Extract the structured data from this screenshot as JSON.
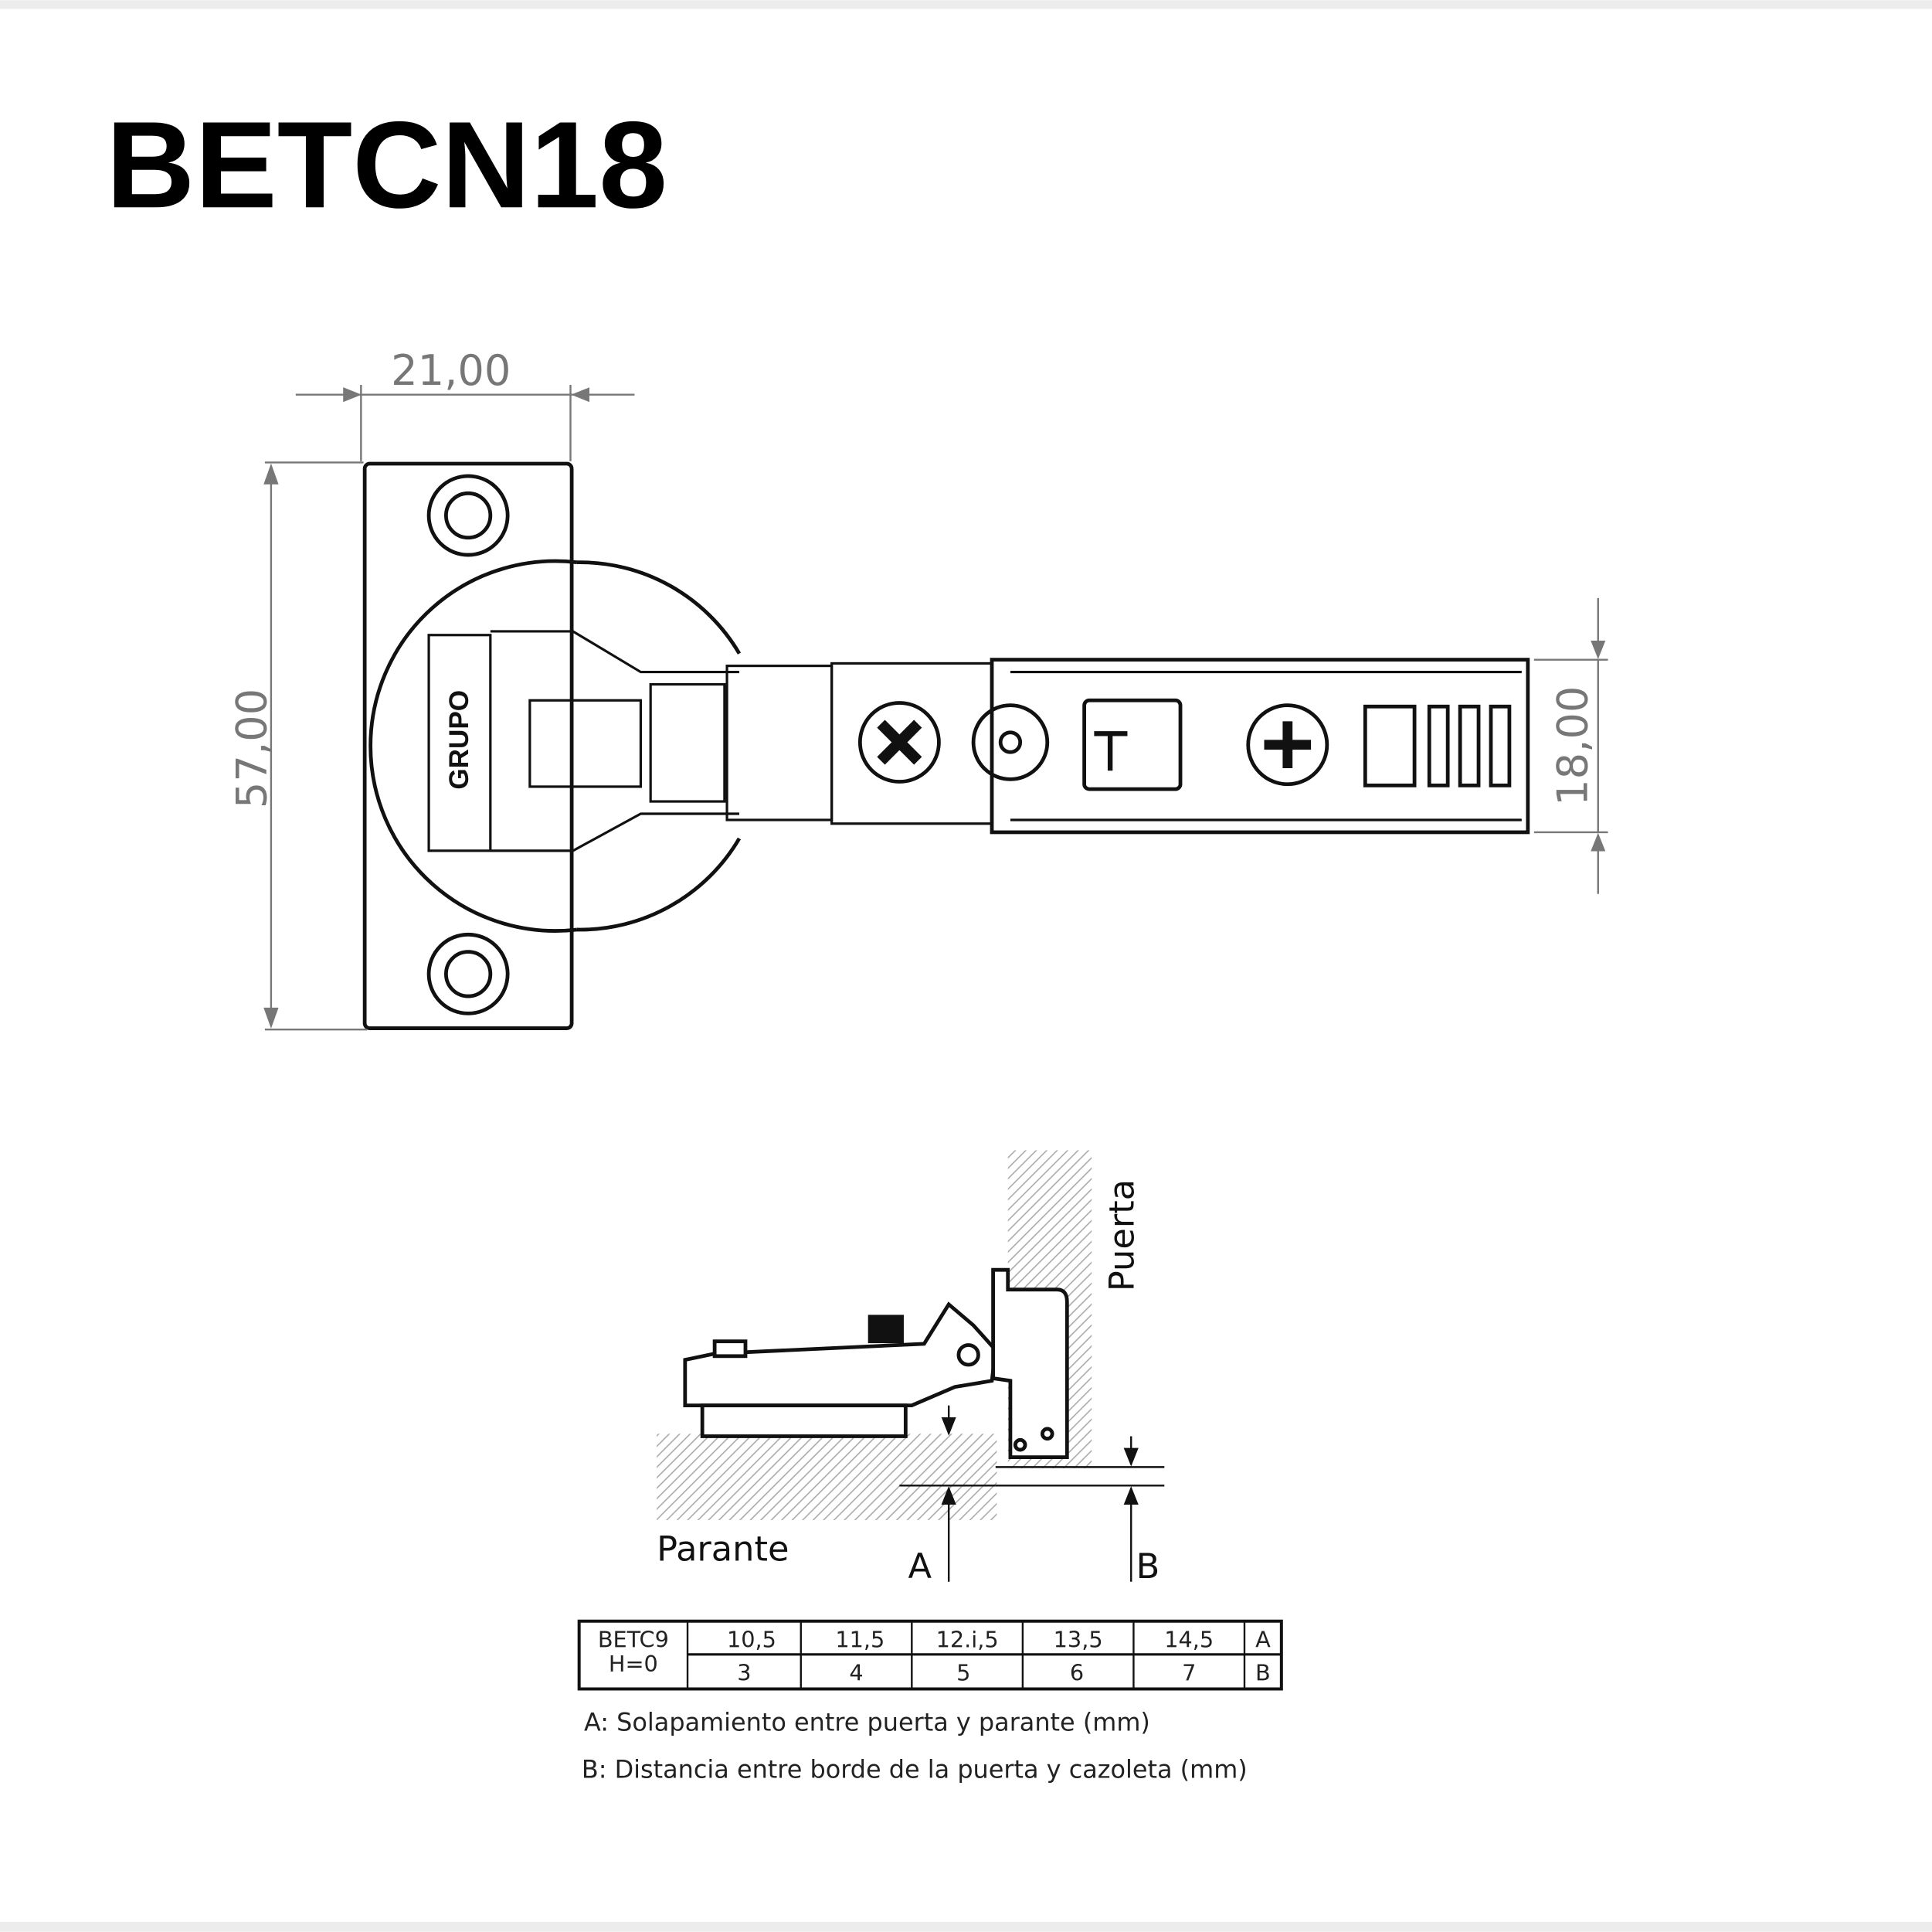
{
  "title": "BETCN18",
  "top_view": {
    "dim_width": "21,00",
    "dim_height": "57,00",
    "dim_arm": "18,00",
    "logo_text": "GRUPO"
  },
  "side_view": {
    "door_label": "Puerta",
    "frame_label": "Parante",
    "a_label": "A",
    "b_label": "B"
  },
  "table": {
    "model": "BETC9",
    "h_value": "H=0",
    "row_a": [
      "10,5",
      "11,5",
      "12.i,5",
      "13,5",
      "14,5"
    ],
    "row_a_key": "A",
    "row_b": [
      "3",
      "4",
      "5",
      "6",
      "7"
    ],
    "row_b_key": "B"
  },
  "legend": {
    "a": "A: Solapamiento entre puerta y parante (mm)",
    "b": "B: Distancia entre borde de la puerta y cazoleta (mm)"
  }
}
